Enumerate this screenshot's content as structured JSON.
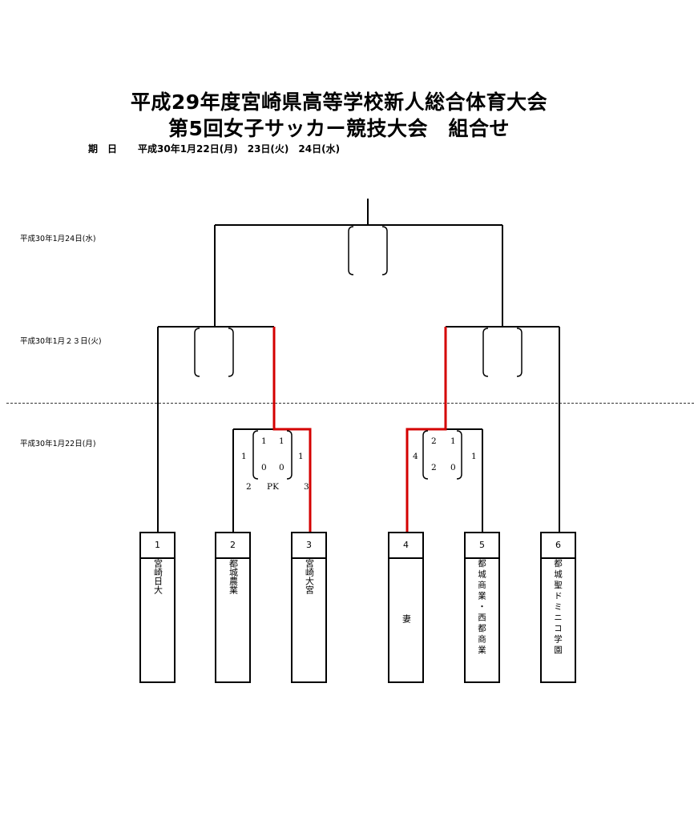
{
  "title_line1": "平成29年度宮崎県高等学校新人総合体育大会",
  "title_line2": "第5回女子サッカー競技大会　組合せ",
  "dates": {
    "label": "期　日",
    "value": "平成30年1月22日(月)　23日(火)　24日(水)"
  },
  "rounds": {
    "final": "平成30年1月24日(水)",
    "semi": "平成30年1月２３日(火)",
    "first": "平成30年1月22日(月)"
  },
  "teams": [
    {
      "num": "1",
      "name": "宮崎日大"
    },
    {
      "num": "2",
      "name": "都城農業"
    },
    {
      "num": "3",
      "name": "宮崎大宮"
    },
    {
      "num": "4",
      "name": "妻"
    },
    {
      "num": "5",
      "name": "都城商業・西都商業"
    },
    {
      "num": "6",
      "name": "都城聖ドミニコ学園"
    }
  ],
  "match_a": {
    "left_total": "1",
    "right_total": "1",
    "h1_left": "1",
    "h1_right": "1",
    "h2_left": "0",
    "h2_right": "0",
    "pk_label": "PK",
    "pk_left": "2",
    "pk_right": "3"
  },
  "match_b": {
    "left_total": "4",
    "right_total": "1",
    "h1_left": "2",
    "h1_right": "1",
    "h2_left": "2",
    "h2_right": "0"
  },
  "colors": {
    "winner_line": "#d40000",
    "line": "#000000"
  }
}
